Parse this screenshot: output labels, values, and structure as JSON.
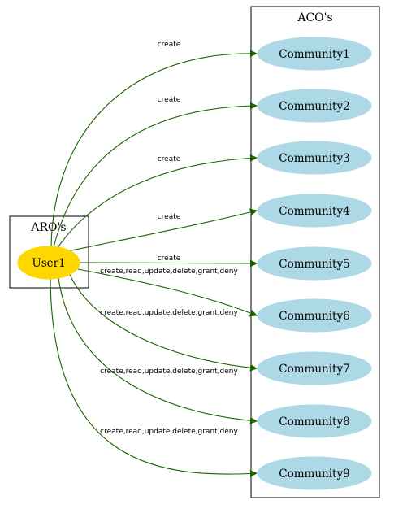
{
  "colors": {
    "edge": "#1a6400",
    "user_node": "#ffd700",
    "community_node": "#add8e6",
    "cluster_border": "#000000"
  },
  "clusters": {
    "aro": {
      "title": "ARO's"
    },
    "aco": {
      "title": "ACO's"
    }
  },
  "user": {
    "label": "User1"
  },
  "communities": [
    {
      "label": "Community1"
    },
    {
      "label": "Community2"
    },
    {
      "label": "Community3"
    },
    {
      "label": "Community4"
    },
    {
      "label": "Community5"
    },
    {
      "label": "Community6"
    },
    {
      "label": "Community7"
    },
    {
      "label": "Community8"
    },
    {
      "label": "Community9"
    }
  ],
  "edges": [
    {
      "from": "User1",
      "to": "Community1",
      "label": "create"
    },
    {
      "from": "User1",
      "to": "Community2",
      "label": "create"
    },
    {
      "from": "User1",
      "to": "Community3",
      "label": "create"
    },
    {
      "from": "User1",
      "to": "Community4",
      "label": "create"
    },
    {
      "from": "User1",
      "to": "Community5",
      "label": "create"
    },
    {
      "from": "User1",
      "to": "Community6",
      "label": "create,read,update,delete,grant,deny"
    },
    {
      "from": "User1",
      "to": "Community7",
      "label": "create,read,update,delete,grant,deny"
    },
    {
      "from": "User1",
      "to": "Community8",
      "label": "create,read,update,delete,grant,deny"
    },
    {
      "from": "User1",
      "to": "Community9",
      "label": "create,read,update,delete,grant,deny"
    }
  ]
}
